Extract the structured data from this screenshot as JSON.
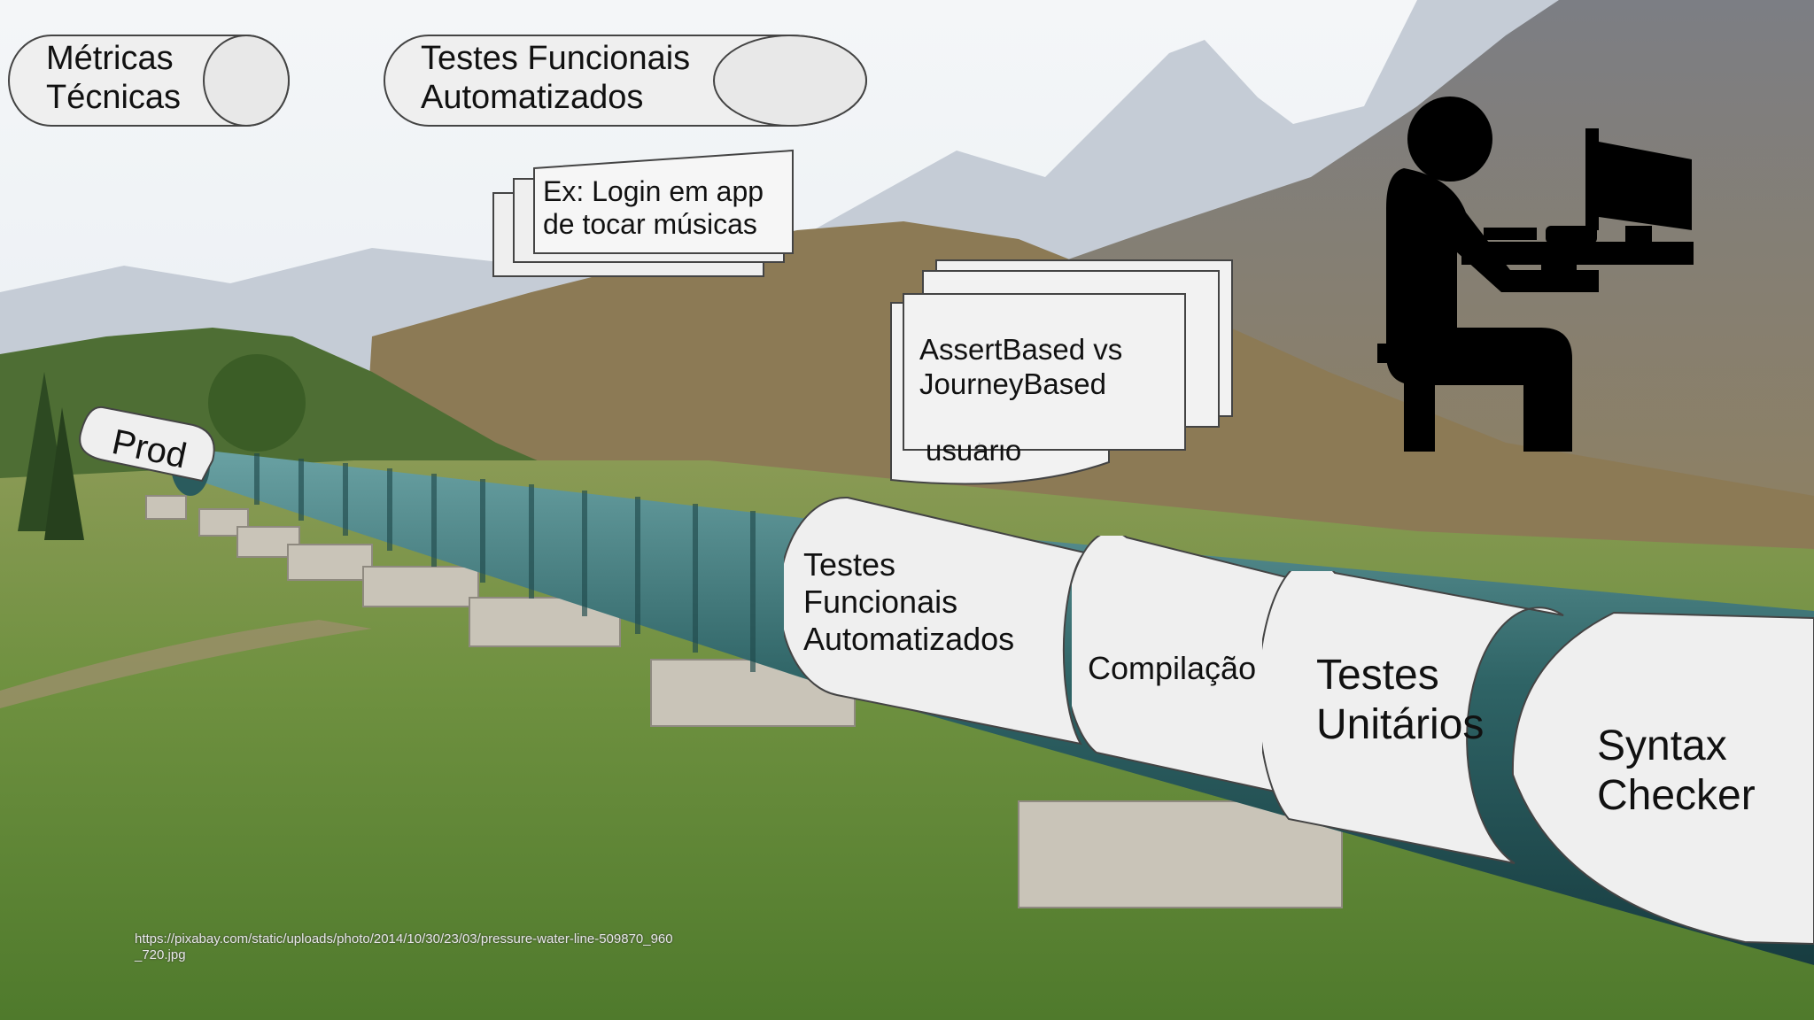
{
  "top_shapes": {
    "metricas": "Métricas\nTécnicas",
    "testes_funcionais": "Testes Funcionais\nAutomatizados"
  },
  "notes": {
    "login_example": "Ex: Login em app\nde tocar músicas",
    "assert_journey": "AssertBased vs\nJourneyBased",
    "usuario_fragment": "usuário"
  },
  "pipeline": {
    "prod": "Prod",
    "stage_funcionais": "Testes\nFuncionais\nAutomatizados",
    "stage_compilacao": "Compilação",
    "stage_unitarios": "Testes\nUnitários",
    "stage_syntax": "Syntax\nChecker"
  },
  "credit": "https://pixabay.com/static/uploads/photo/2014/10/30/23/03/pressure-water-line-509870_960_720.jpg",
  "icons": {
    "developer": "person-at-computer-icon"
  },
  "colors": {
    "shape_fill": "#efefef",
    "shape_stroke": "#444444",
    "pipe": "#3b6f72",
    "grass": "#6b8c3a",
    "sky": "#e9eef2"
  }
}
